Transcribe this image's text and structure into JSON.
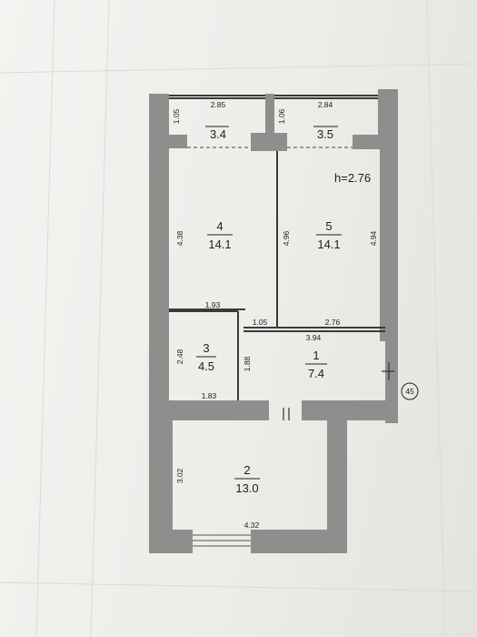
{
  "plan": {
    "height_label": "h=2.76",
    "marker": "45",
    "rooms": [
      {
        "number": "1",
        "area": "7.4"
      },
      {
        "number": "2",
        "area": "13.0"
      },
      {
        "number": "3",
        "area": "4.5"
      },
      {
        "number": "4",
        "area": "14.1"
      },
      {
        "number": "5",
        "area": "14.1"
      },
      {
        "number": "",
        "area": "3.4"
      },
      {
        "number": "",
        "area": "3.5"
      }
    ],
    "dimensions": {
      "balcony_left_width": "2.85",
      "balcony_left_depth": "1.05",
      "balcony_right_width": "2.84",
      "balcony_right_depth": "1.06",
      "room4_height": "4.38",
      "room5_left": "4.96",
      "room5_right": "4.94",
      "room3_top": "1.93",
      "room3_side": "2.48",
      "room3_bottom": "1.83",
      "corridor_short": "1.05",
      "corridor_width": "2.76",
      "hall_width": "3.94",
      "hall_door": "1.88",
      "room2_side": "3.02",
      "room2_bottom": "4.32"
    }
  }
}
